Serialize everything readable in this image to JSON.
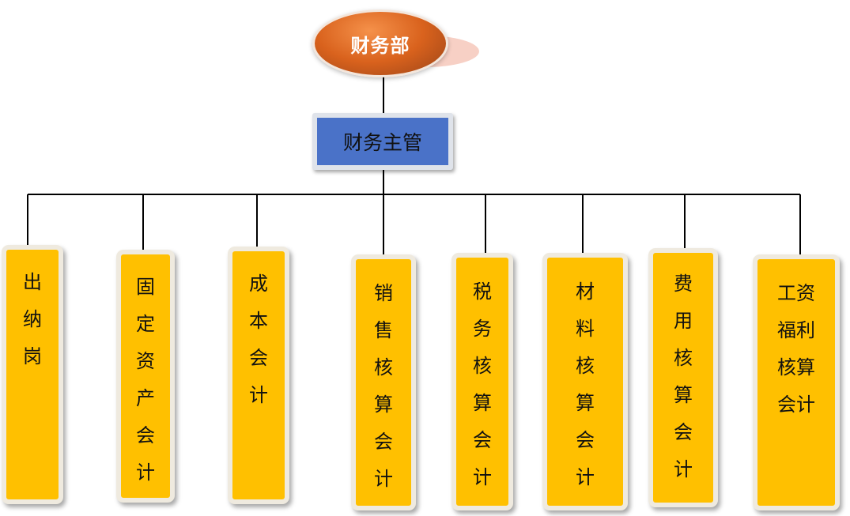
{
  "diagram": {
    "department": "财务部",
    "manager": "财务主管",
    "positions": [
      "出纳岗",
      "固定资产会计",
      "成本会计",
      "销售核算会计",
      "税务核算会计",
      "材料核算会计",
      "费用核算会计",
      "工资福利核算会计"
    ]
  },
  "colors": {
    "department_node": "#d9621d",
    "manager_node": "#4a72c8",
    "position_node": "#ffc000",
    "connector": "#000000"
  }
}
